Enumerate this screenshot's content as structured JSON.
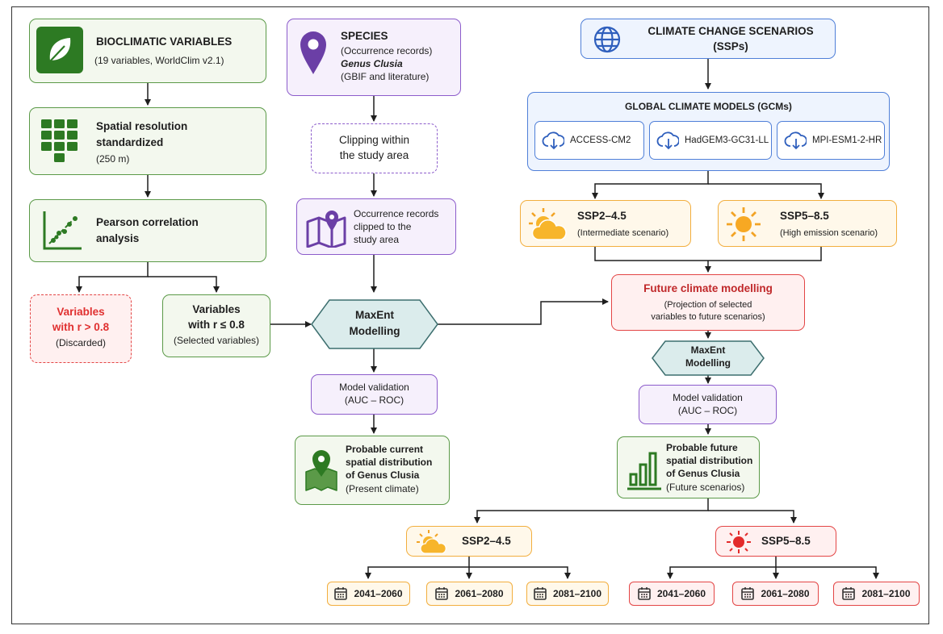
{
  "bio": {
    "title": "BIOCLIMATIC VARIABLES",
    "subtitle": "(19 variables, WorldClim v2.1)",
    "resolution_l1": "Spatial resolution",
    "resolution_l2": "standardized",
    "resolution_l3": "(250 m)",
    "pearson_l1": "Pearson correlation",
    "pearson_l2": "analysis",
    "discard_l1": "Variables",
    "discard_l2": "with r > 0.8",
    "discard_l3": "(Discarded)",
    "select_l1": "Variables",
    "select_l2": "with r ≤ 0.8",
    "select_l3": "(Selected variables)"
  },
  "species": {
    "title": "SPECIES",
    "l2": "(Occurrence records)",
    "l3": "Genus Clusia",
    "l4": "(GBIF and literature)",
    "clip_l1": "Clipping within",
    "clip_l2": "the study area",
    "occ_l1": "Occurrence records",
    "occ_l2": "clipped to the",
    "occ_l3": "study area"
  },
  "maxent": {
    "l1": "MaxEnt",
    "l2": "Modelling"
  },
  "validation": {
    "l1": "Model validation",
    "l2": "(AUC – ROC)"
  },
  "current": {
    "l1": "Probable current",
    "l2": "spatial distribution",
    "l3": "of Genus Clusia",
    "l4": "(Present climate)"
  },
  "ssp_header": {
    "l1": "CLIMATE CHANGE SCENARIOS",
    "l2": "(SSPs)"
  },
  "gcm": {
    "title": "GLOBAL CLIMATE MODELS (GCMs)",
    "models": [
      "ACCESS-CM2",
      "HadGEM3-GC31-LL",
      "MPI-ESM1-2-HR"
    ]
  },
  "scenarios": {
    "ssp245": {
      "name": "SSP2–4.5",
      "desc": "(Intermediate scenario)"
    },
    "ssp585": {
      "name": "SSP5–8.5",
      "desc": "(High emission scenario)"
    }
  },
  "future": {
    "l1": "Future climate modelling",
    "l2": "(Projection of selected",
    "l3": "variables to future scenarios)"
  },
  "future_dist": {
    "l1": "Probable future",
    "l2": "spatial distribution",
    "l3": "of Genus Clusia",
    "l4": "(Future scenarios)"
  },
  "periods": {
    "ssp245": [
      "2041–2060",
      "2061–2080",
      "2081–2100"
    ],
    "ssp585": [
      "2041–2060",
      "2061–2080",
      "2081–2100"
    ]
  },
  "colors": {
    "green": "#5b9a48",
    "dark_green": "#2d7a23",
    "purple": "#8c5ccb",
    "blue": "#4f7fd8",
    "orange": "#f2ae3e",
    "red": "#e34545",
    "hex_fill": "#dbecec"
  }
}
